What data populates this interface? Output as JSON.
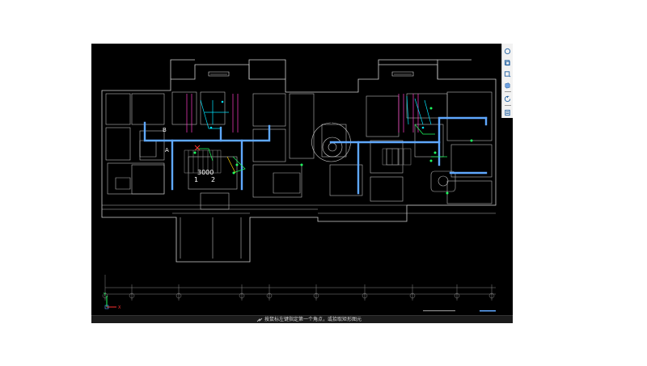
{
  "drawing": {
    "labels": {
      "b": "B",
      "a": "A",
      "dimension": "3000",
      "n1": "1",
      "n2": "2"
    },
    "axis": {
      "y": "Y",
      "x": "X"
    }
  },
  "toolbar": {
    "tools": [
      "circle-tool-icon",
      "layers-icon",
      "rectangle-tool-icon",
      "cube-icon",
      "rotate-icon",
      "document-icon"
    ]
  },
  "command_bar": {
    "prompt": "按鼠标左键指定第一个角点，或拾取矩形图元"
  },
  "colors": {
    "duct_blue": "#5fa8ff",
    "accent_cyan": "#00e5ff",
    "accent_green": "#1eff60",
    "accent_magenta": "#ff3cc8",
    "wall_white": "#e8e8e8",
    "grid_gray": "#8a8a8a"
  }
}
